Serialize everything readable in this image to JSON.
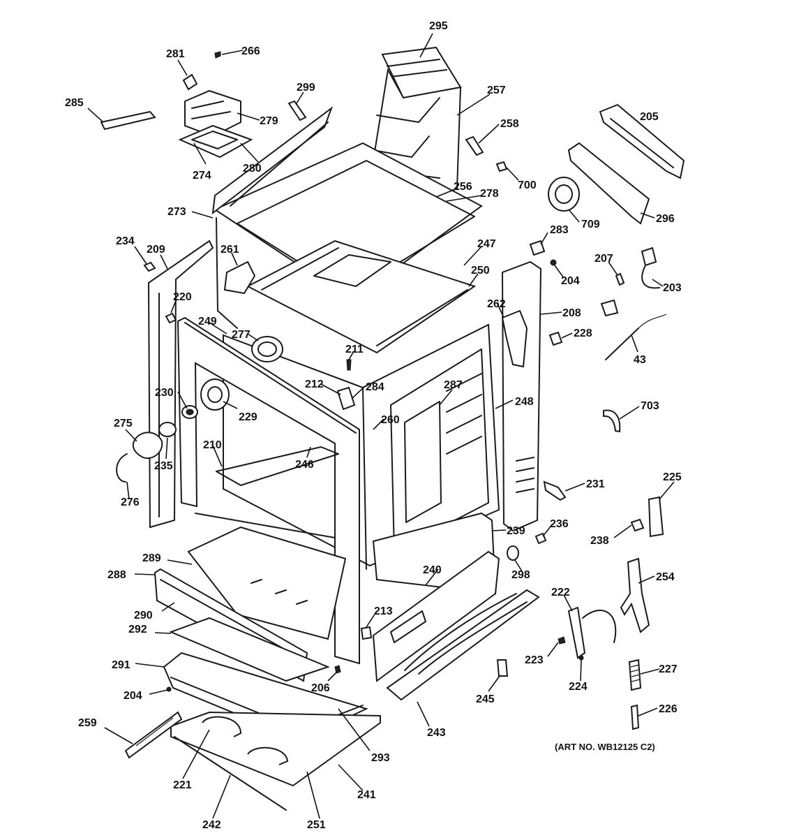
{
  "art_number": "(ART NO. WB12125 C2)",
  "callouts": {
    "295": "295",
    "266": "266",
    "281": "281",
    "299": "299",
    "257": "257",
    "285": "285",
    "279": "279",
    "258": "258",
    "205": "205",
    "274": "274",
    "280": "280",
    "700": "700",
    "256": "256",
    "278": "278",
    "273": "273",
    "709": "709",
    "296": "296",
    "283": "283",
    "234": "234",
    "209": "209",
    "261": "261",
    "247": "247",
    "207": "207",
    "250": "250",
    "204a": "204",
    "203": "203",
    "262": "262",
    "220": "220",
    "208": "208",
    "249": "249",
    "228": "228",
    "277": "277",
    "211": "211",
    "43": "43",
    "212": "212",
    "284": "284",
    "287": "287",
    "230": "230",
    "248": "248",
    "229": "229",
    "260": "260",
    "275": "275",
    "703": "703",
    "210": "210",
    "246": "246",
    "235": "235",
    "231": "231",
    "225": "225",
    "276": "276",
    "236": "236",
    "239": "239",
    "238": "238",
    "289": "289",
    "298": "298",
    "240": "240",
    "288": "288",
    "254": "254",
    "222": "222",
    "290": "290",
    "213": "213",
    "292": "292",
    "223": "223",
    "291": "291",
    "227": "227",
    "206": "206",
    "224": "224",
    "204b": "204",
    "245": "245",
    "259": "259",
    "226": "226",
    "243": "243",
    "293": "293",
    "221": "221",
    "241": "241",
    "242": "242",
    "251": "251"
  }
}
